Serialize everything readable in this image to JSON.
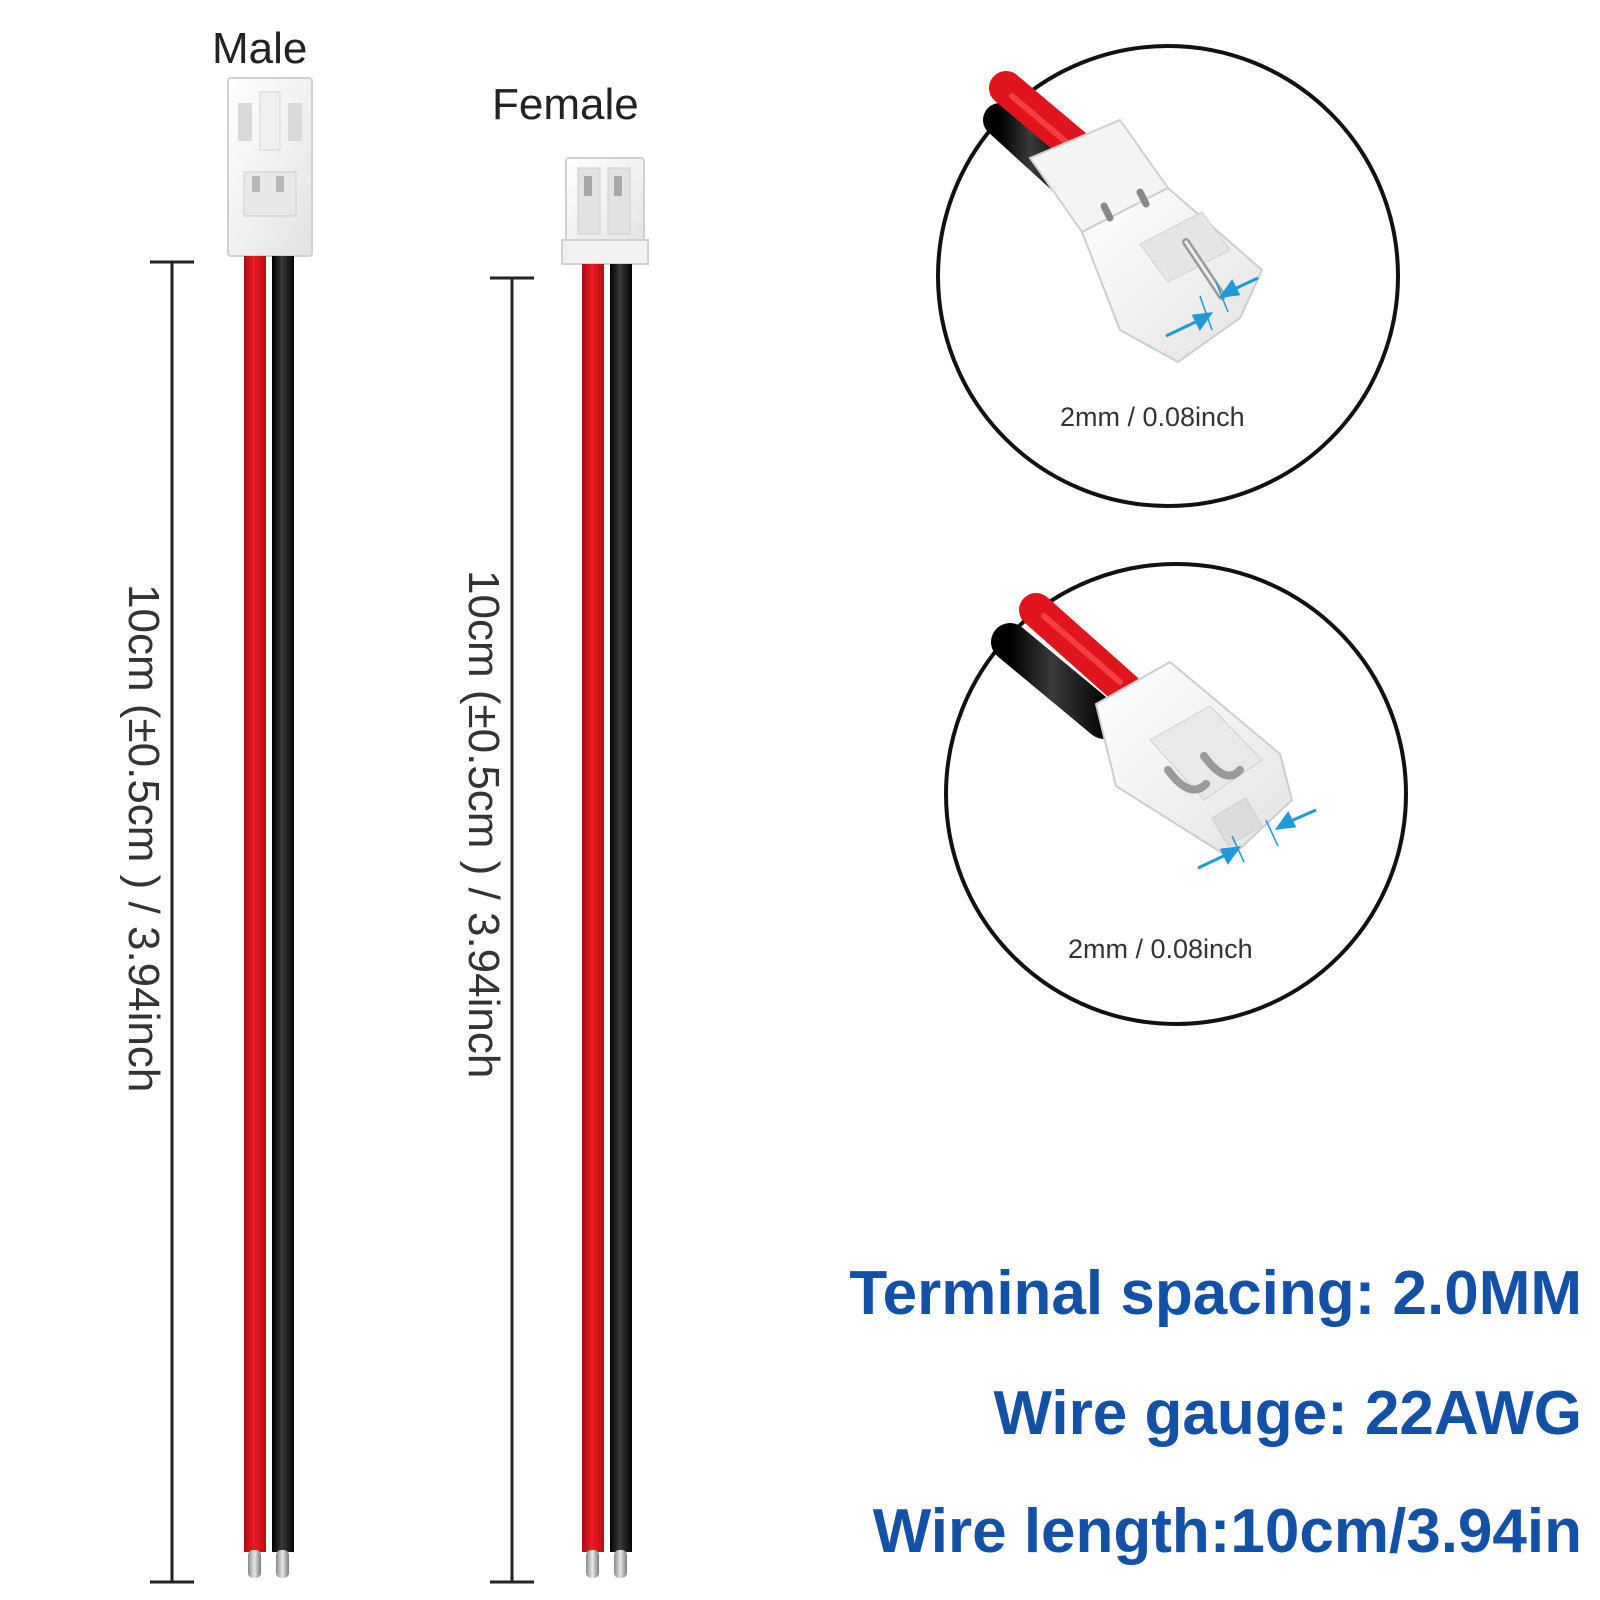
{
  "labels": {
    "male": "Male",
    "female": "Female"
  },
  "dimensions": {
    "male_length": "10cm (±0.5cm ) / 3.94inch",
    "female_length": "10cm (±0.5cm ) / 3.94inch"
  },
  "callouts": {
    "male_pitch": "2mm / 0.08inch",
    "female_pitch": "2mm / 0.08inch"
  },
  "specs": [
    "Terminal spacing: 2.0MM",
    "Wire gauge: 22AWG",
    "Wire length:10cm/3.94in"
  ],
  "colors": {
    "spec_text": "#1351a8",
    "wire_red": "#e0141c",
    "wire_black": "#151515",
    "connector": "#f6f6f6",
    "arrow": "#1e9ad8"
  }
}
